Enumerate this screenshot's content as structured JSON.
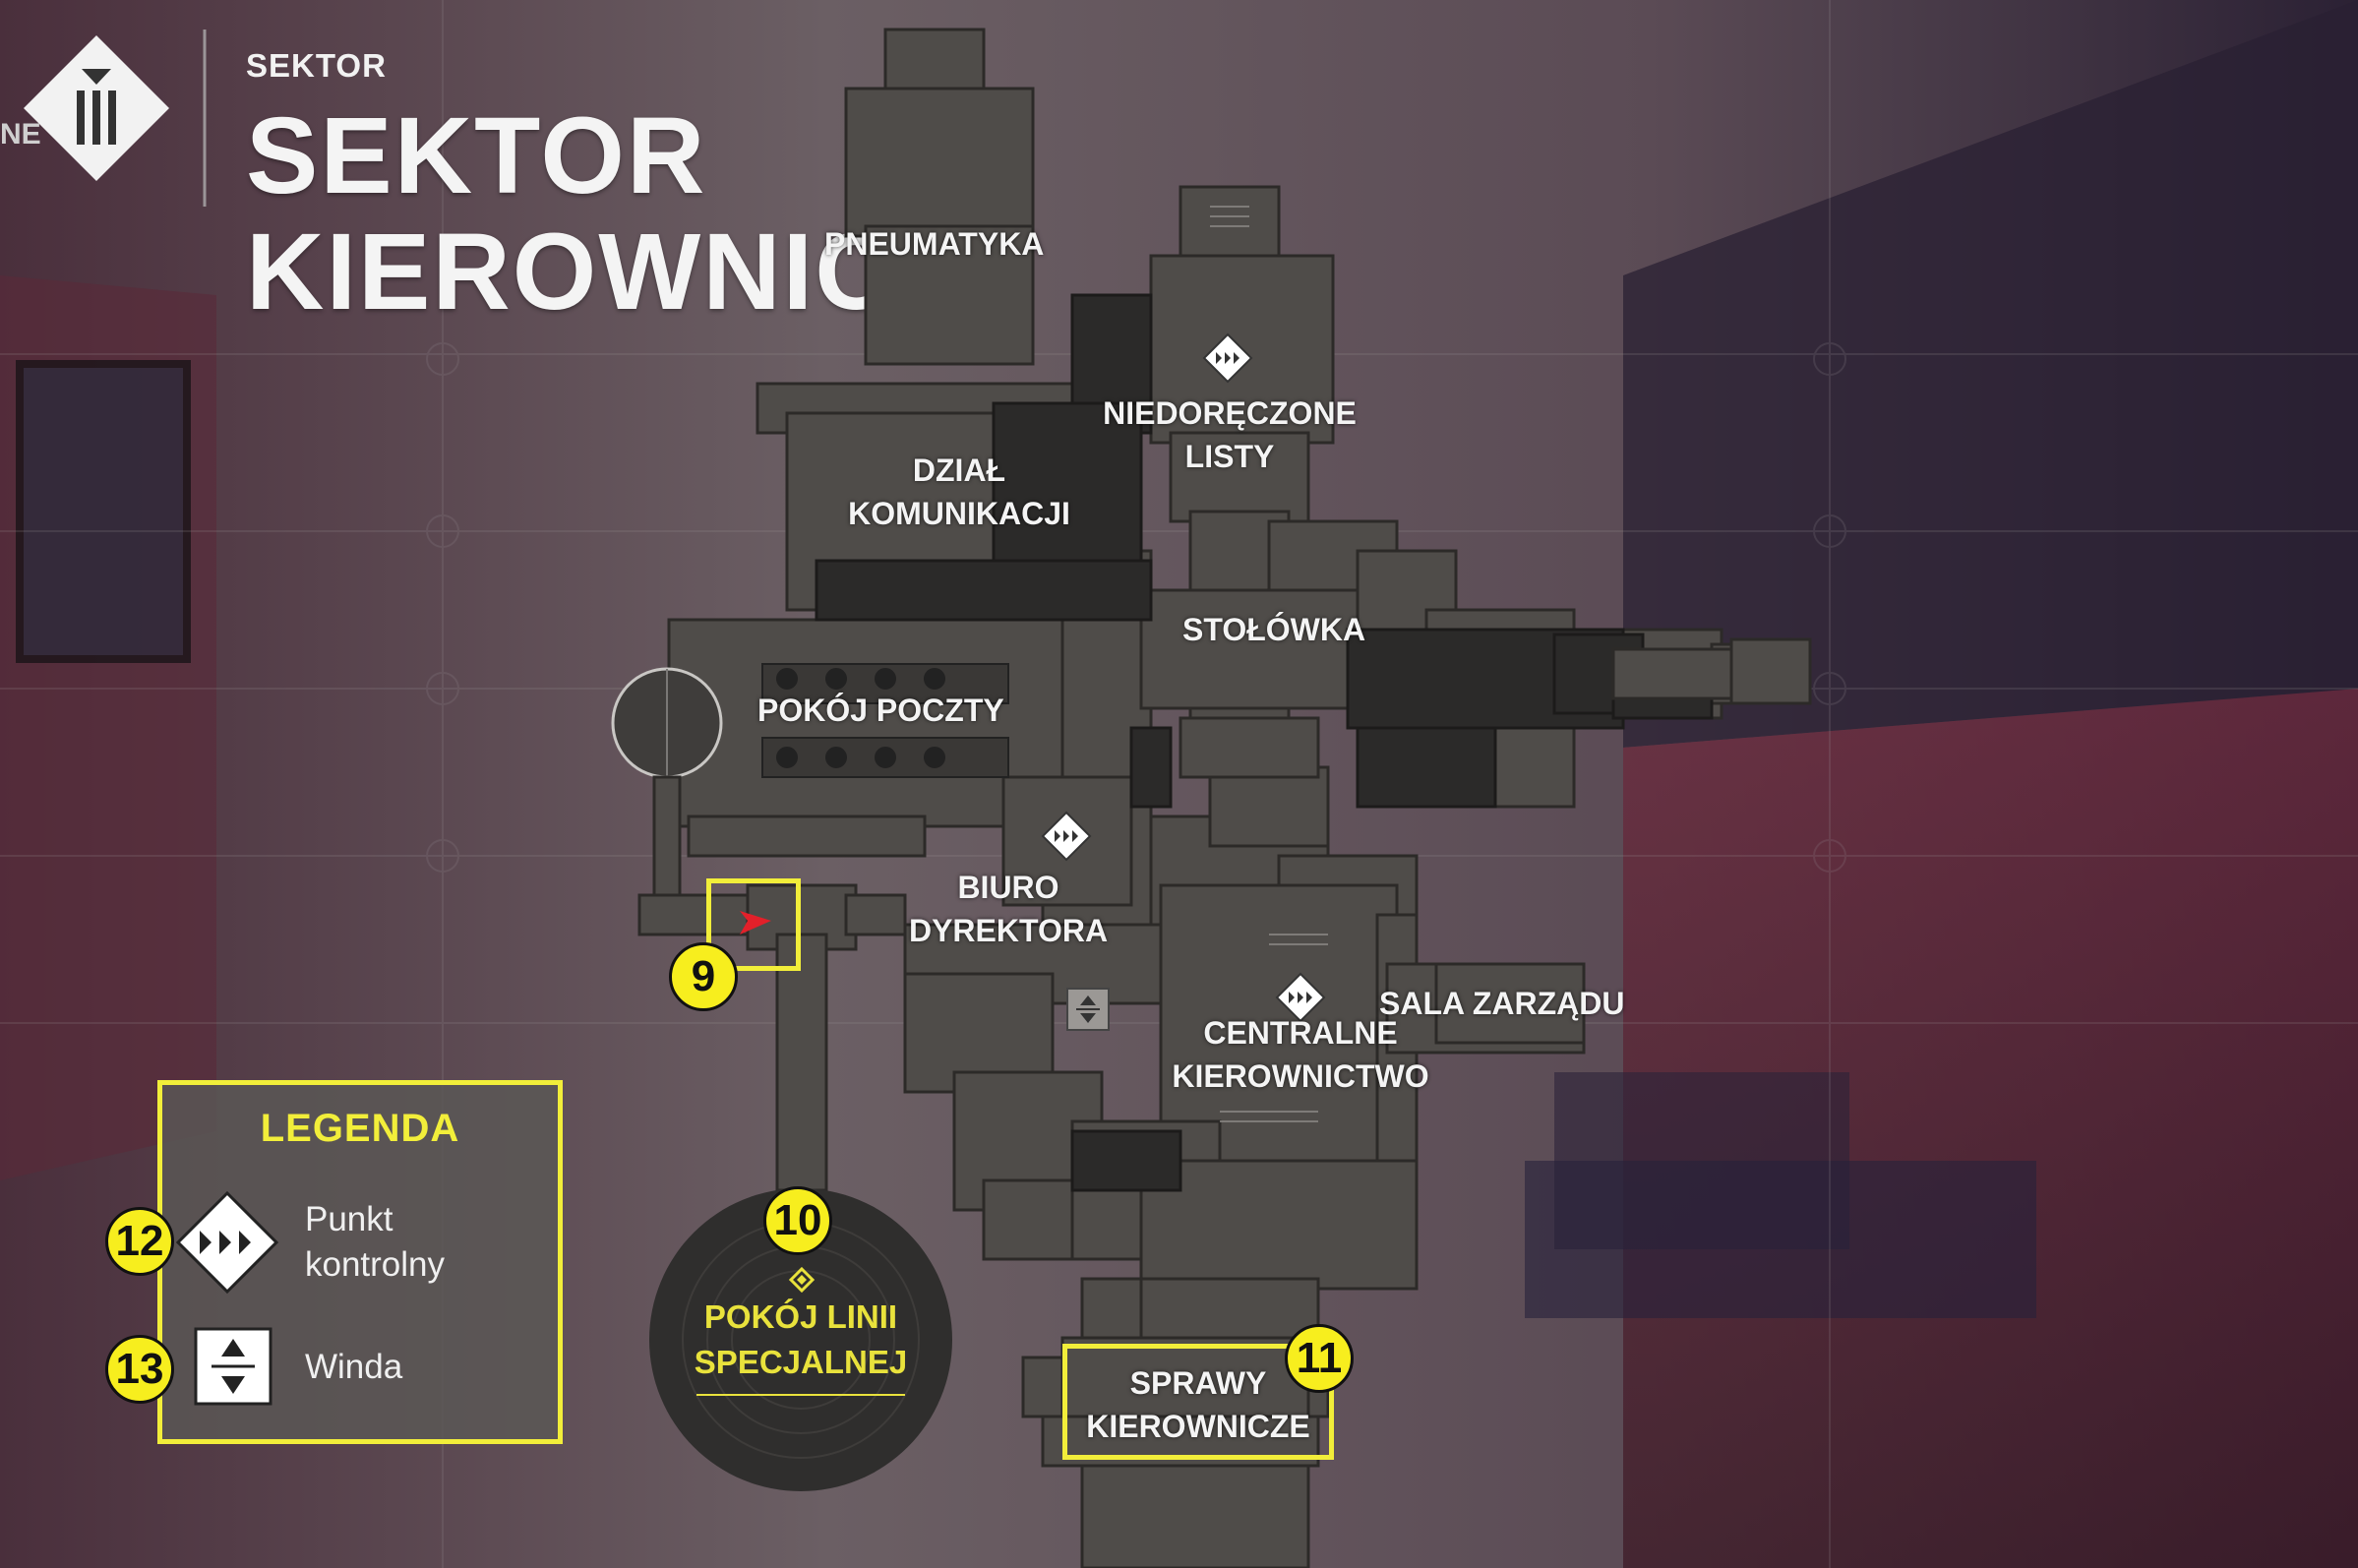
{
  "nav": {
    "prev_fragment": "NE"
  },
  "header": {
    "subtitle": "SEKTOR",
    "title_line1": "SEKTOR",
    "title_line2": "KIEROWNICZY"
  },
  "rooms": {
    "pneumatyka": "PNEUMATYKA",
    "niedoreczone_1": "NIEDORĘCZONE",
    "niedoreczone_2": "LISTY",
    "dzial_1": "DZIAŁ",
    "dzial_2": "KOMUNIKACJI",
    "stolowka": "STOŁÓWKA",
    "pokoj_poczty": "POKÓJ POCZTY",
    "biuro_1": "BIURO",
    "biuro_2": "DYREKTORA",
    "sala_zarzadu": "SALA ZARZĄDU",
    "centralne_1": "CENTRALNE",
    "centralne_2": "KIEROWNICTWO",
    "pokoj_linii_1": "POKÓJ LINII",
    "pokoj_linii_2": "SPECJALNEJ",
    "sprawy_1": "SPRAWY",
    "sprawy_2": "KIEROWNICZE"
  },
  "markers": {
    "m9": "9",
    "m10": "10",
    "m11": "11"
  },
  "legend": {
    "title": "LEGENDA",
    "items": [
      {
        "number": "12",
        "icon": "checkpoint-icon",
        "label_line1": "Punkt",
        "label_line2": "kontrolny"
      },
      {
        "number": "13",
        "icon": "elevator-icon",
        "label": "Winda"
      }
    ]
  },
  "colors": {
    "highlight": "#f2ee3a",
    "badge": "#f7ee1e",
    "player_marker": "#e3202a",
    "floor_red": "#5a2232"
  }
}
